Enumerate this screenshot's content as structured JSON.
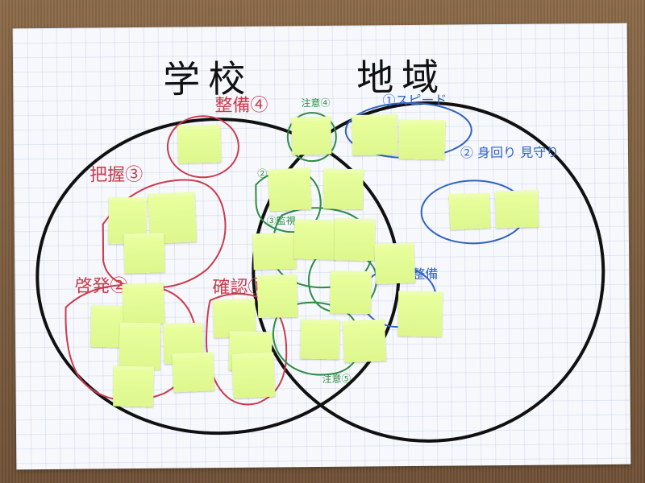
{
  "titles": {
    "school": "学校",
    "region": "地域"
  },
  "labels": {
    "school_seibi": "整備④",
    "school_haaku": "把握③",
    "school_keihatsu": "啓発②",
    "school_kakunin": "確認①",
    "center_chui_top": "注意④",
    "center_rule": "②ルール",
    "center_kanshi": "③監視",
    "center_chui_bottom": "注意⑤",
    "region_speed": "①スピード",
    "region_mimawari": "② 身回り 見守り",
    "region_seibi": "整備"
  },
  "notes": [
    {
      "text": ""
    },
    {
      "text": ""
    },
    {
      "text": ""
    },
    {
      "text": ""
    },
    {
      "text": ""
    },
    {
      "text": ""
    },
    {
      "text": ""
    },
    {
      "text": ""
    },
    {
      "text": ""
    },
    {
      "text": ""
    },
    {
      "text": ""
    },
    {
      "text": ""
    },
    {
      "text": ""
    },
    {
      "text": ""
    },
    {
      "text": ""
    },
    {
      "text": ""
    },
    {
      "text": ""
    },
    {
      "text": ""
    },
    {
      "text": ""
    },
    {
      "text": ""
    },
    {
      "text": ""
    },
    {
      "text": ""
    },
    {
      "text": ""
    },
    {
      "text": ""
    },
    {
      "text": ""
    },
    {
      "text": ""
    },
    {
      "text": ""
    },
    {
      "text": ""
    },
    {
      "text": ""
    },
    {
      "text": ""
    },
    {
      "text": ""
    }
  ],
  "colors": {
    "paper": "#f7f8fb",
    "grid": "#b7c8ea",
    "venn": "#111111",
    "school_groups": "#c93b4d",
    "center_groups": "#2e8b45",
    "region_groups": "#2f63c1",
    "note": "#e3fb95"
  }
}
